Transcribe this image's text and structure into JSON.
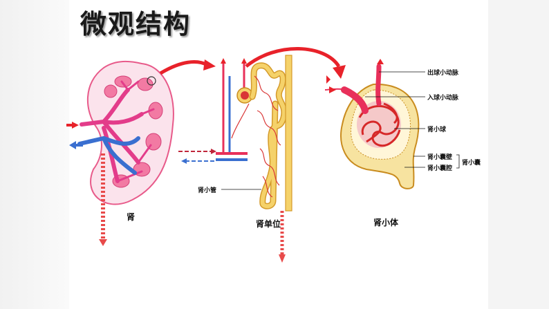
{
  "title": "微观结构",
  "captions": {
    "kidney": "肾",
    "nephron": "肾单位",
    "corpuscle": "肾小体"
  },
  "labels": {
    "renal_tubule": "肾小管",
    "efferent_arteriole": "出球小动脉",
    "afferent_arteriole": "入球小动脉",
    "glomerulus": "肾小球",
    "capsule_wall": "肾小囊壁",
    "capsule_cavity": "肾小囊腔",
    "renal_capsule": "肾小囊"
  },
  "colors": {
    "artery": "#e8305a",
    "vein": "#3a6fd0",
    "tubule": "#f5d26a",
    "tubule_edge": "#d49a2a",
    "capsule": "#f7e3a0",
    "arrow_red": "#e8222a"
  }
}
